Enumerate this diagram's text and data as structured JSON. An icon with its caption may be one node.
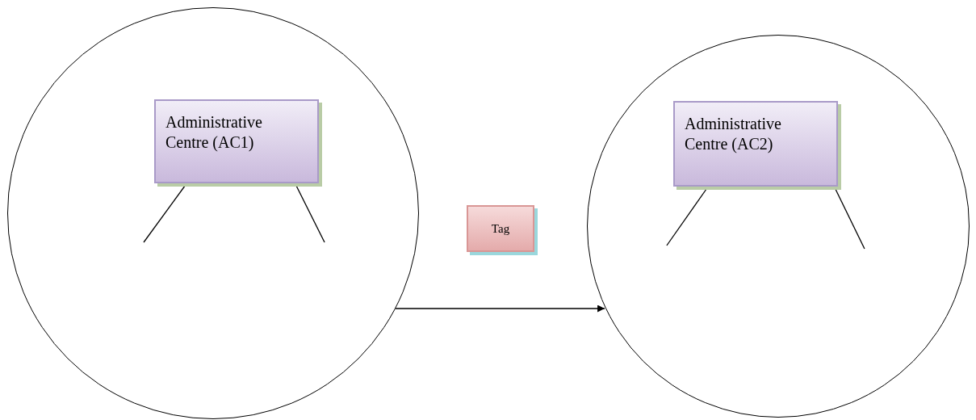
{
  "diagram": {
    "nodes": [
      {
        "text": [],
        "shape": "circle"
      },
      {
        "text": [
          "Administrative Centre (AC1)"
        ],
        "in": 0
      },
      {
        "text": [
          "Tag"
        ]
      },
      {
        "text": [],
        "shape": "circle"
      },
      {
        "text": [
          "Administrative Centre (AC2)"
        ],
        "in": 3
      }
    ],
    "edges": [
      {
        "from": 1,
        "to": null,
        "arrow": "none"
      },
      {
        "from": 1,
        "to": null,
        "arrow": "none"
      },
      {
        "from": 0,
        "to": 3,
        "arrow": "to"
      },
      {
        "from": 4,
        "to": null,
        "arrow": "none"
      },
      {
        "from": 4,
        "to": null,
        "arrow": "none"
      }
    ]
  }
}
